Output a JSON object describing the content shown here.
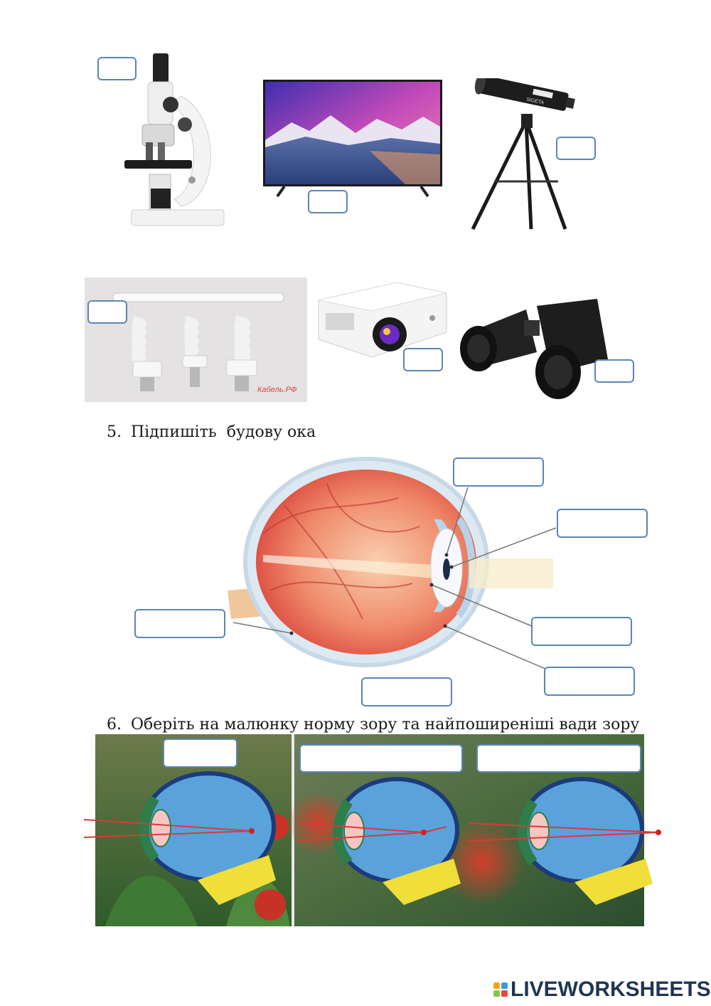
{
  "tasks": {
    "task5": {
      "number": "5.",
      "text": "Підпишіть  будову ока"
    },
    "task6": {
      "number": "6.",
      "text": "Оберіть на малюнку норму зору та найпоширеніші вади зору"
    }
  },
  "images": {
    "microscope": "microscope",
    "tv": "television",
    "telescope": "telescope",
    "lamps": "fluorescent-lamps",
    "projector": "projector",
    "binoculars": "binoculars",
    "eye": "eye-anatomy",
    "vision": "vision-defects"
  },
  "lamps_watermark": "Кабель.РФ",
  "telescope_brand": "SIGETA",
  "footer": {
    "brand": "LIVEWORKSHEETS",
    "colors": [
      "#f2a31b",
      "#3a9bd8",
      "#8bc34a",
      "#e8463f"
    ]
  },
  "colors": {
    "answer_border": "#5b86b6"
  }
}
